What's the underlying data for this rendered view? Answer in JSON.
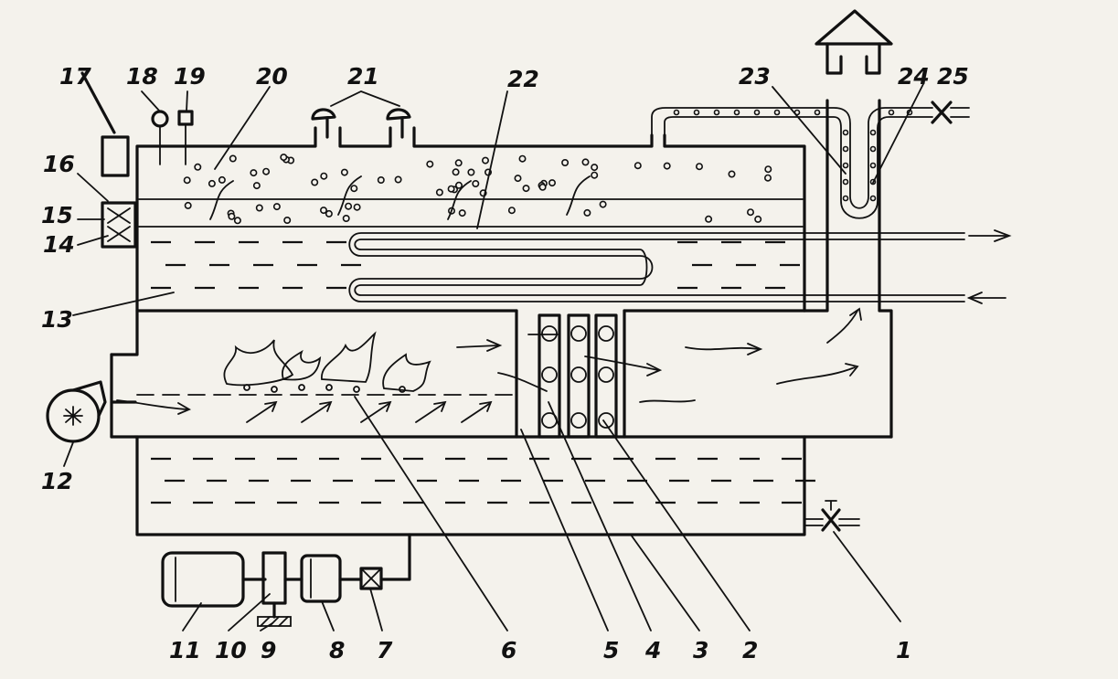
{
  "labels": [
    {
      "id": "1",
      "text": "1"
    },
    {
      "id": "2",
      "text": "2"
    },
    {
      "id": "3",
      "text": "3"
    },
    {
      "id": "4",
      "text": "4"
    },
    {
      "id": "5",
      "text": "5"
    },
    {
      "id": "6",
      "text": "6"
    },
    {
      "id": "7",
      "text": "7"
    },
    {
      "id": "8",
      "text": "8"
    },
    {
      "id": "9",
      "text": "9"
    },
    {
      "id": "10",
      "text": "10"
    },
    {
      "id": "11",
      "text": "11"
    },
    {
      "id": "12",
      "text": "12"
    },
    {
      "id": "13",
      "text": "13"
    },
    {
      "id": "14",
      "text": "14"
    },
    {
      "id": "15",
      "text": "15"
    },
    {
      "id": "16",
      "text": "16"
    },
    {
      "id": "17",
      "text": "17"
    },
    {
      "id": "18",
      "text": "18"
    },
    {
      "id": "19",
      "text": "19"
    },
    {
      "id": "20",
      "text": "20"
    },
    {
      "id": "21",
      "text": "21"
    },
    {
      "id": "22",
      "text": "22"
    },
    {
      "id": "23",
      "text": "23"
    },
    {
      "id": "24",
      "text": "24"
    },
    {
      "id": "25",
      "text": "25"
    }
  ]
}
